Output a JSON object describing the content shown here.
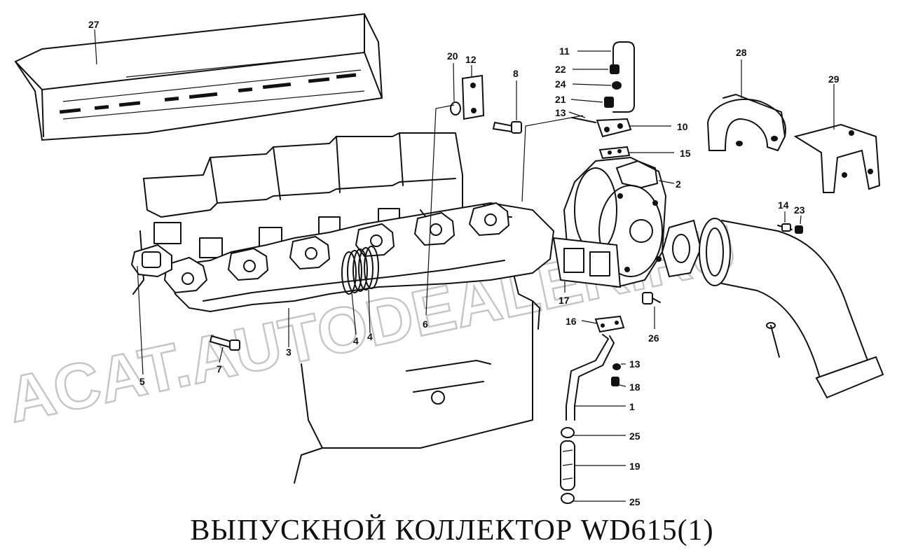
{
  "title": "ВЫПУСКНОЙ КОЛЛЕКТОР  WD615(1)",
  "watermark": "ACAT.AUTODEALER.RU",
  "callouts": [
    "27",
    "20",
    "12",
    "8",
    "11",
    "22",
    "24",
    "21",
    "13",
    "10",
    "15",
    "28",
    "29",
    "2",
    "14",
    "23",
    "17",
    "26",
    "16",
    "13",
    "18",
    "1",
    "25",
    "19",
    "25",
    "6",
    "4",
    "4",
    "3",
    "5",
    "7"
  ]
}
